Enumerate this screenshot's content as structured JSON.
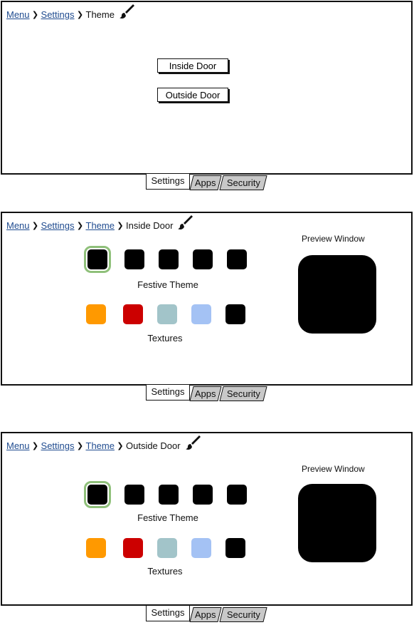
{
  "breadcrumb": {
    "menu": "Menu",
    "settings": "Settings",
    "theme": "Theme",
    "inside_door": "Inside Door",
    "outside_door": "Outside Door"
  },
  "theme_screen": {
    "buttons": {
      "inside_door": "Inside Door",
      "outside_door": "Outside Door"
    }
  },
  "tabs": {
    "settings": "Settings",
    "apps": "Apps",
    "security": "Security"
  },
  "door_screen": {
    "preview_title": "Preview Window",
    "festive_label": "Festive Theme",
    "textures_label": "Textures",
    "festive_swatches": [
      "#000000",
      "#000000",
      "#000000",
      "#000000",
      "#000000"
    ],
    "texture_swatches": [
      "#ff9900",
      "#cc0000",
      "#a2c4c9",
      "#a4c2f4",
      "#000000"
    ],
    "preview_color": "#000000",
    "selected_swatch_outline": "#8fc07a"
  },
  "icons": {
    "brush": "paintbrush-icon",
    "separator": "chevron-right-icon"
  }
}
